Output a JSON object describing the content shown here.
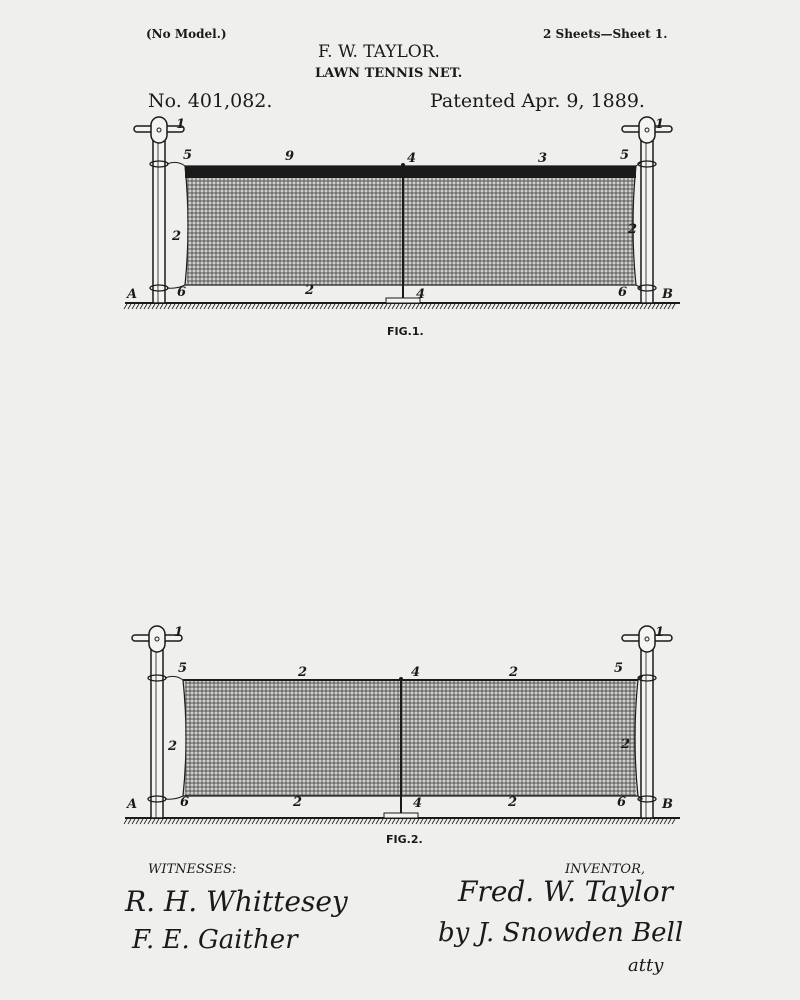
{
  "header": {
    "model": "(No Model.)",
    "sheets": "2 Sheets—Sheet 1.",
    "inventor_name": "F. W. TAYLOR.",
    "invention": "LAWN TENNIS NET.",
    "patent_no": "No. 401,082.",
    "patent_date": "Patented Apr. 9, 1889."
  },
  "fig1": {
    "caption": "FIG.1.",
    "labels": {
      "post_cap_left": "1",
      "post_cap_right": "1",
      "tie_top_left": "5",
      "tie_top_right": "5",
      "band": "9",
      "center_top": "4",
      "band_right": "3",
      "side_left": "2",
      "side_right": "2",
      "bottom": "2",
      "end_left": "A",
      "tie_bottom_left": "6",
      "center_base": "4",
      "tie_bottom_right": "6",
      "end_right": "B"
    }
  },
  "fig2": {
    "caption": "FIG.2.",
    "labels": {
      "post_cap_left": "1",
      "post_cap_right": "1",
      "tie_top_left": "5",
      "tie_top_right": "5",
      "top_left": "2",
      "center_top": "4",
      "top_right": "2",
      "side_left": "2",
      "side_right": "2",
      "end_left": "A",
      "tie_bottom_left": "6",
      "bottom_left": "2",
      "center_base": "4",
      "bottom_right": "2",
      "tie_bottom_right": "6",
      "end_right": "B"
    }
  },
  "footer": {
    "witnesses_label": "WITNESSES:",
    "inventor_label": "INVENTOR,",
    "witness1": "R. H. Whittesey",
    "witness2": "F. E. Gaither",
    "inventor_signature": "Fred. W. Taylor",
    "attorney_signature": "by J. Snowden Bell",
    "attorney_suffix": "atty"
  }
}
